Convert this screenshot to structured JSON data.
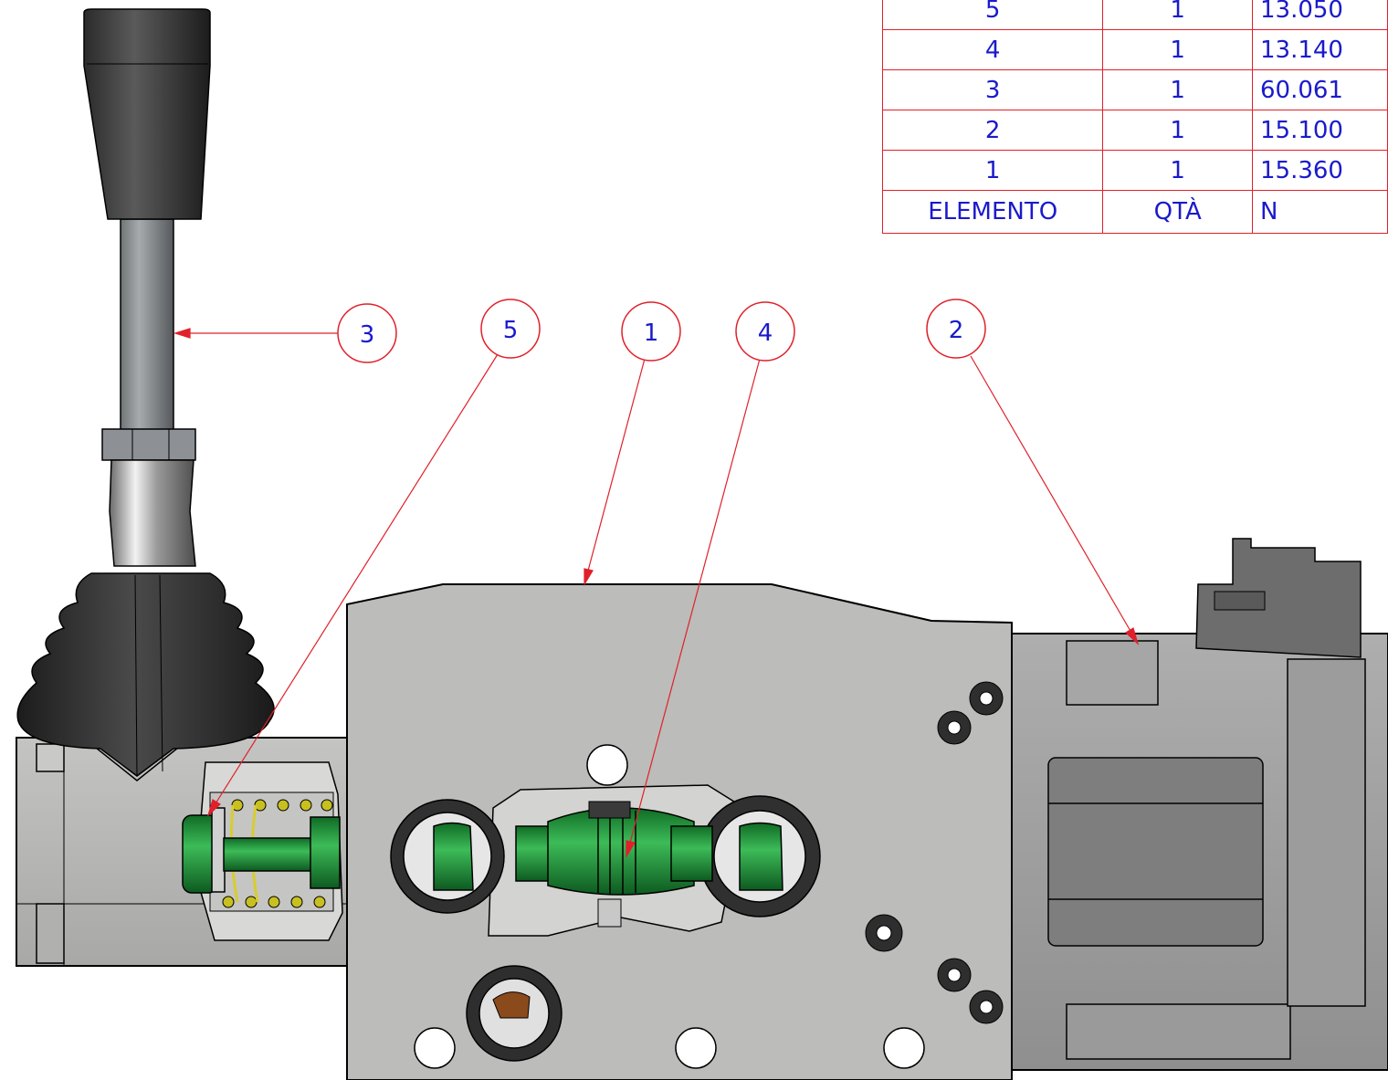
{
  "bom": {
    "header": {
      "item": "ELEMENTO",
      "qty": "QTÀ",
      "code": "N"
    },
    "rows": [
      {
        "item": "5",
        "qty": "1",
        "code": "13.050"
      },
      {
        "item": "4",
        "qty": "1",
        "code": "13.140"
      },
      {
        "item": "3",
        "qty": "1",
        "code": "60.061"
      },
      {
        "item": "2",
        "qty": "1",
        "code": "15.100"
      },
      {
        "item": "1",
        "qty": "1",
        "code": "15.360"
      }
    ]
  },
  "balloons": [
    {
      "label": "3"
    },
    {
      "label": "5"
    },
    {
      "label": "1"
    },
    {
      "label": "4"
    },
    {
      "label": "2"
    }
  ],
  "colors": {
    "leader": "#e0202a",
    "text": "#1a1acc",
    "body": "#b9b9b7",
    "spool": "#1f8a3a",
    "rubber": "#2a2a2a"
  }
}
